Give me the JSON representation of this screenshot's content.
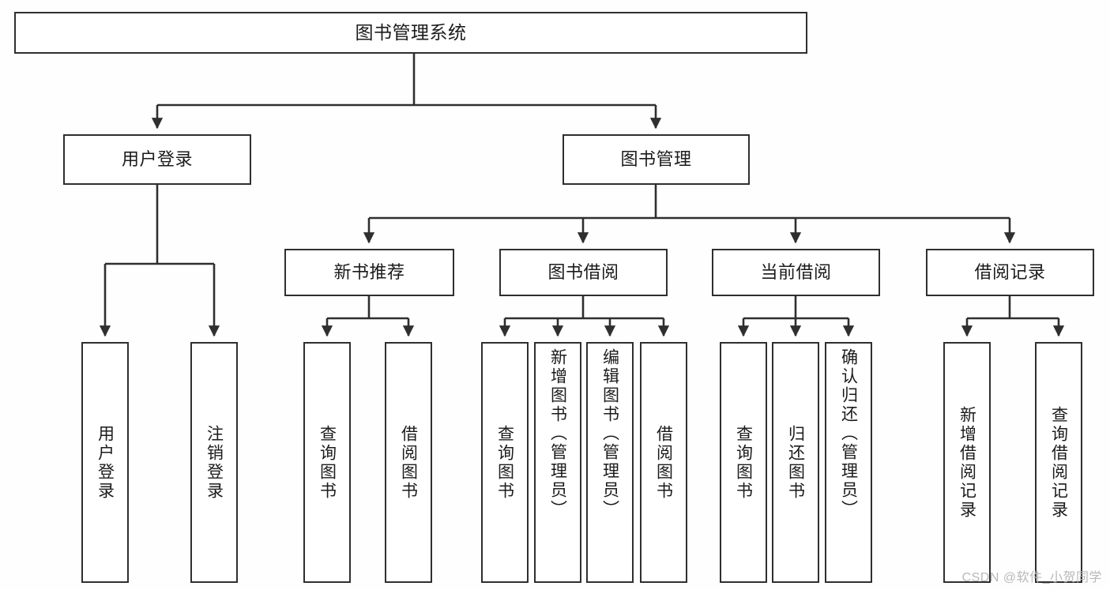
{
  "diagram": {
    "title": "图书管理系统",
    "type": "tree",
    "background_color": "#fefefe",
    "line_color": "#2f2f2f",
    "box_border_color": "#2f2f2f",
    "box_fill_color": "#ffffff",
    "text_color": "#1b1b1b",
    "watermark": "CSDN @软件_小贺同学",
    "watermark_color": "#b8b8b8"
  },
  "nodes": {
    "root": {
      "label": "图书管理系统"
    },
    "level1": [
      {
        "id": "user-login",
        "label": "用户登录"
      },
      {
        "id": "book-manage",
        "label": "图书管理"
      }
    ],
    "level2": [
      {
        "id": "new-book-recommend",
        "label": "新书推荐"
      },
      {
        "id": "book-borrow",
        "label": "图书借阅"
      },
      {
        "id": "current-borrow",
        "label": "当前借阅"
      },
      {
        "id": "borrow-record",
        "label": "借阅记录"
      }
    ],
    "leaves": {
      "user-login": [
        {
          "id": "leaf-user-login",
          "label": "用户登录"
        },
        {
          "id": "leaf-logout-login",
          "label": "注销登录"
        }
      ],
      "new-book-recommend": [
        {
          "id": "leaf-query-book-1",
          "label": "查询图书"
        },
        {
          "id": "leaf-borrow-book-1",
          "label": "借阅图书"
        }
      ],
      "book-borrow": [
        {
          "id": "leaf-query-book-2",
          "label": "查询图书"
        },
        {
          "id": "leaf-add-book",
          "label": "新增图书（管理员）"
        },
        {
          "id": "leaf-edit-book",
          "label": "编辑图书（管理员）"
        },
        {
          "id": "leaf-borrow-book-2",
          "label": "借阅图书"
        }
      ],
      "current-borrow": [
        {
          "id": "leaf-query-book-3",
          "label": "查询图书"
        },
        {
          "id": "leaf-return-book",
          "label": "归还图书"
        },
        {
          "id": "leaf-confirm-return",
          "label": "确认归还（管理员）"
        }
      ],
      "borrow-record": [
        {
          "id": "leaf-add-record",
          "label": "新增借阅记录"
        },
        {
          "id": "leaf-query-record",
          "label": "查询借阅记录"
        }
      ]
    }
  }
}
